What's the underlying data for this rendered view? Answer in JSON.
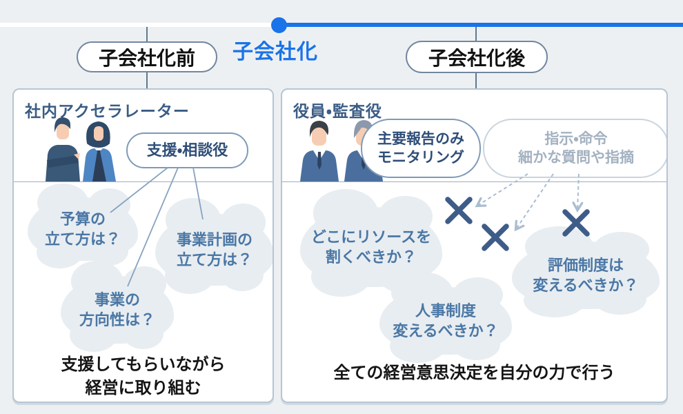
{
  "timeline": {
    "title": "子会社化",
    "before_label": "子会社化前",
    "after_label": "子会社化後",
    "accent_color": "#1a73e8"
  },
  "before_panel": {
    "title": "社内アクセラレーター",
    "people": "casual-accelerator-pair",
    "role_bubble": "支援・相談役",
    "clouds": [
      {
        "line1": "予算の",
        "line2": "立て方は？"
      },
      {
        "line1": "事業計画の",
        "line2": "立て方は？"
      },
      {
        "line1": "事業の",
        "line2": "方向性は？"
      }
    ],
    "summary_line1": "支援してもらいながら",
    "summary_line2": "経営に取り組む"
  },
  "after_panel": {
    "title": "役員・監査役",
    "people": "business-executive-pair",
    "monitoring_bubble": {
      "line1": "主要報告のみ",
      "line2": "モニタリング"
    },
    "blocked_bubble": {
      "line1": "指示・命令",
      "line2": "細かな質問や指摘"
    },
    "clouds": [
      {
        "line1": "どこにリソースを",
        "line2": "割くべきか？"
      },
      {
        "line1": "評価制度は",
        "line2": "変えるべきか？"
      },
      {
        "line1": "人事制度",
        "line2": "変えるべきか？"
      }
    ],
    "summary": "全ての経営意思決定を自分の力で行う"
  },
  "colors": {
    "background": "#edf0f2",
    "panel_border": "#b6c5d4",
    "title_text": "#3a5c85",
    "cloud_fill": "#e8edf1",
    "cloud_text": "#4a77a5",
    "bubble_text": "#2e4d78",
    "blocked_text": "#a3b1c0",
    "x_mark": "#3e5c88",
    "arrow": "#a9bdd1"
  }
}
